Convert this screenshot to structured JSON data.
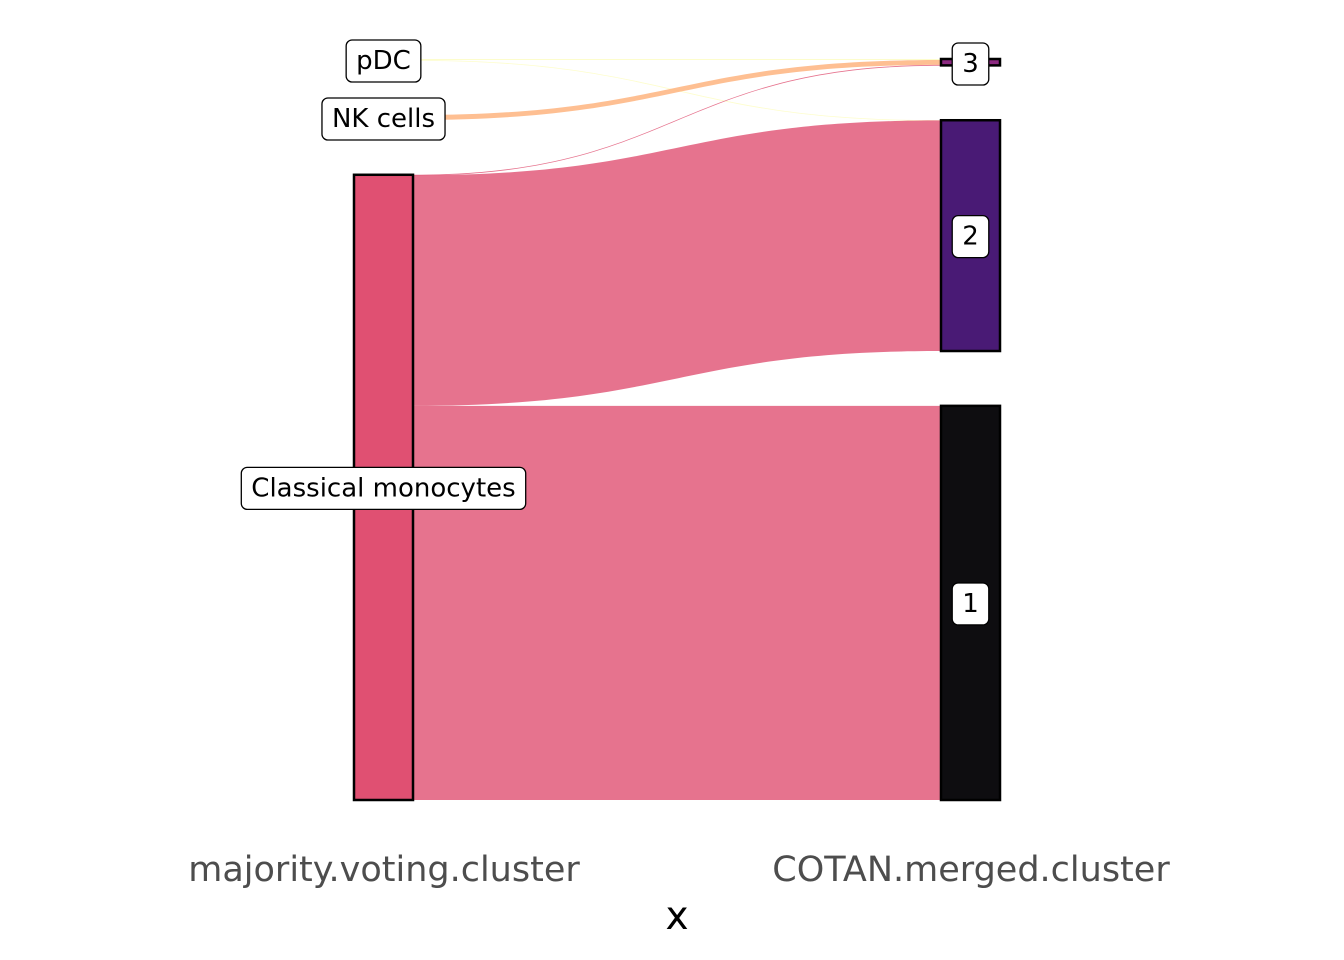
{
  "chart_data": {
    "type": "sankey",
    "axes": [
      "majority.voting.cluster",
      "COTAN.merged.cluster"
    ],
    "xlabel": "x",
    "left_nodes": [
      {
        "name": "pDC",
        "color": "#FCFDBF"
      },
      {
        "name": "NK cells",
        "color": "#FEAF77"
      },
      {
        "name": "Classical monocytes",
        "color": "#E05072"
      }
    ],
    "right_nodes": [
      {
        "name": "3",
        "color": "#8C2981"
      },
      {
        "name": "2",
        "color": "#491A75"
      },
      {
        "name": "1",
        "color": "#0E0D10"
      }
    ],
    "flows": [
      {
        "from": "pDC",
        "to": "3",
        "value": 1
      },
      {
        "from": "pDC",
        "to": "2",
        "value": 0.2
      },
      {
        "from": "NK cells",
        "to": "3",
        "value": 5
      },
      {
        "from": "Classical monocytes",
        "to": "3",
        "value": 0.5
      },
      {
        "from": "Classical monocytes",
        "to": "2",
        "value": 234
      },
      {
        "from": "Classical monocytes",
        "to": "1",
        "value": 400
      }
    ]
  }
}
